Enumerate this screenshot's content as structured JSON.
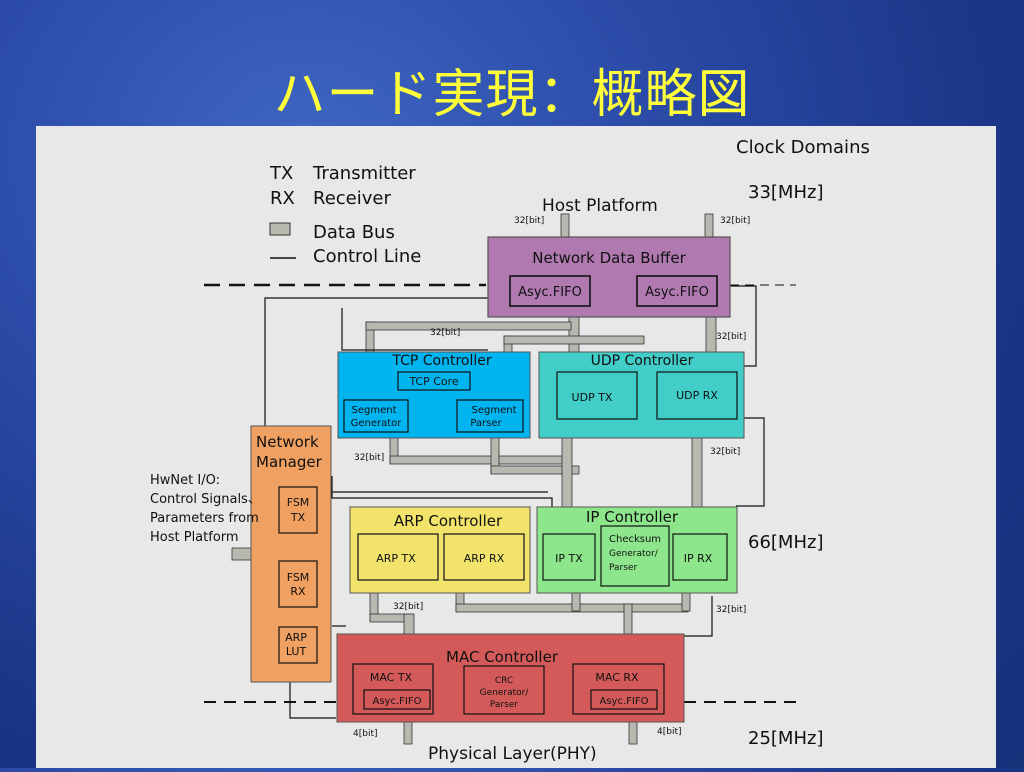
{
  "slide_title": "ハード実現：概略図",
  "legend": {
    "tx_abbr": "TX",
    "tx_text": "Transmitter",
    "rx_abbr": "RX",
    "rx_text": "Receiver",
    "data_bus": "Data Bus",
    "control_line": "Control Line"
  },
  "clock": {
    "heading": "Clock Domains",
    "d33": "33[MHz]",
    "d66": "66[MHz]",
    "d25": "25[MHz]"
  },
  "host_platform": "Host Platform",
  "physical_layer": "Physical Layer(PHY)",
  "bits": {
    "b32": "32[bit]",
    "b4": "4[bit]"
  },
  "network_data_buffer": {
    "title": "Network Data Buffer",
    "fifo": "Asyc.FIFO"
  },
  "tcp": {
    "title": "TCP Controller",
    "core": "TCP Core",
    "seg_gen_1": "Segment",
    "seg_gen_2": "Generator",
    "seg_par_1": "Segment",
    "seg_par_2": "Parser"
  },
  "udp": {
    "title": "UDP Controller",
    "tx": "UDP TX",
    "rx": "UDP RX"
  },
  "network_manager": {
    "title_1": "Network",
    "title_2": "Manager",
    "fsm": "FSM",
    "tx": "TX",
    "rx": "RX",
    "arp": "ARP",
    "lut": "LUT"
  },
  "hwnet": {
    "l1": "HwNet I/O:",
    "l2": "Control Signals、",
    "l3": "Parameters from",
    "l4": "Host Platform"
  },
  "arp": {
    "title": "ARP Controller",
    "tx": "ARP TX",
    "rx": "ARP RX"
  },
  "ip": {
    "title": "IP Controller",
    "tx": "IP TX",
    "rx": "IP RX",
    "cs_1": "Checksum",
    "cs_2": "Generator/",
    "cs_3": "Parser"
  },
  "mac": {
    "title": "MAC Controller",
    "tx": "MAC TX",
    "rx": "MAC RX",
    "fifo": "Asyc.FIFO",
    "crc_1": "CRC",
    "crc_2": "Generator/",
    "crc_3": "Parser"
  },
  "colors": {
    "ndb": "#b07ab0",
    "tcp": "#00b4f0",
    "udp": "#42cdc8",
    "nm": "#f0a060",
    "arp": "#f2e46a",
    "ip": "#8ee68c",
    "mac": "#d45a5a",
    "bus": "#b8b8b0",
    "title": "#ffff3a"
  }
}
